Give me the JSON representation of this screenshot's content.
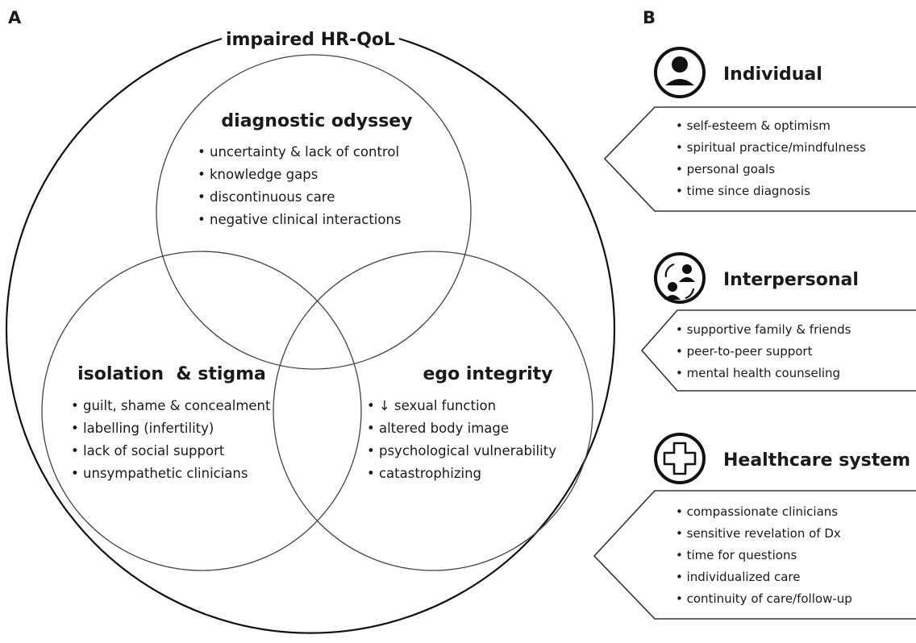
{
  "panel_a": {
    "label": "A",
    "outer_title": "impaired HR-QoL",
    "circles": [
      {
        "title": "diagnostic odyssey",
        "items": [
          "uncertainty & lack of control",
          "knowledge gaps",
          "discontinuous care",
          "negative clinical interactions"
        ]
      },
      {
        "title": "isolation  & stigma",
        "items": [
          "guilt, shame & concealment",
          "labelling (infertility)",
          "lack of social support",
          "unsympathetic clinicians"
        ]
      },
      {
        "title": "ego integrity",
        "items": [
          "↓ sexual function",
          "altered body image",
          "psychological vulnerability",
          "catastrophizing"
        ]
      }
    ]
  },
  "panel_b": {
    "label": "B",
    "groups": [
      {
        "title": "Individual",
        "icon": "person-icon",
        "items": [
          "self-esteem & optimism",
          "spiritual practice/mindfulness",
          "personal goals",
          "time since diagnosis"
        ]
      },
      {
        "title": "Interpersonal",
        "icon": "people-exchange-icon",
        "items": [
          "supportive family & friends",
          "peer-to-peer support",
          "mental health counseling"
        ]
      },
      {
        "title": "Healthcare system",
        "icon": "medical-cross-icon",
        "items": [
          "compassionate clinicians",
          "sensitive revelation of Dx",
          "time for questions",
          "individualized care",
          "continuity of care/follow-up"
        ]
      }
    ]
  }
}
